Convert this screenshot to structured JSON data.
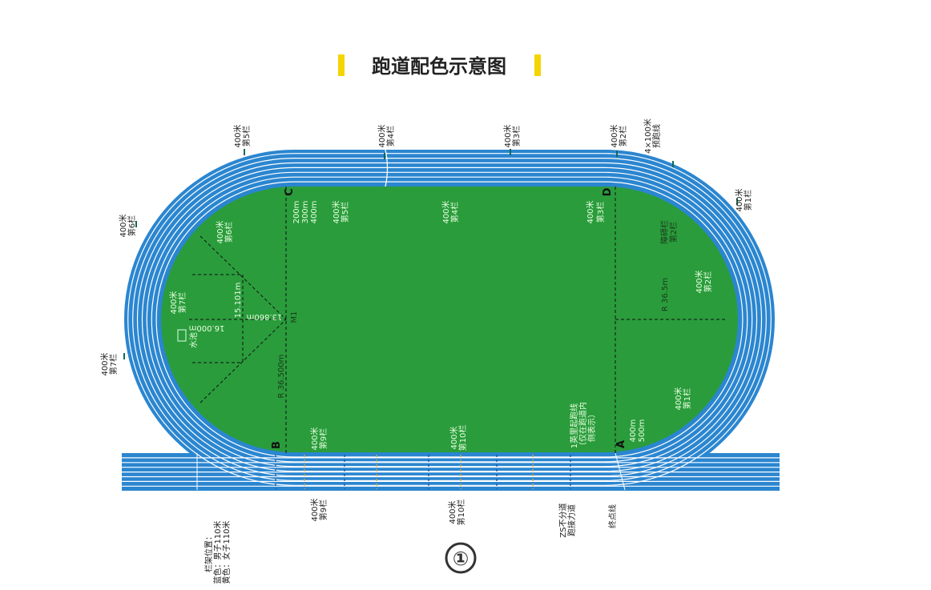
{
  "title": "跑道配色示意图",
  "colors": {
    "track": "#2b86d0",
    "field": "#2a9c3c",
    "accent": "#f5d400",
    "lane_line": "#ffffff"
  },
  "points": {
    "a": "A",
    "b": "B",
    "c": "C",
    "d": "D",
    "m1": "M1"
  },
  "top_labels": [
    [
      "400米",
      "第5栏"
    ],
    [
      "400米",
      "第4栏"
    ],
    [
      "400米",
      "第3栏"
    ],
    [
      "400米",
      "第2栏"
    ],
    [
      "4×100米",
      "预跑线"
    ]
  ],
  "side_labels": {
    "right_1": [
      "400米",
      "第1栏"
    ],
    "left_6": [
      "400米",
      "第6栏"
    ],
    "left_7": [
      "400米",
      "第7栏"
    ]
  },
  "field_labels": {
    "in_6": [
      "400米",
      "第6栏"
    ],
    "in_7": [
      "400米",
      "第7栏"
    ],
    "pool": "水池",
    "d15": "15.101m",
    "d13": "13.860m",
    "d16": "16.000m",
    "r_left": "R 36.500m",
    "c_dist": [
      "200m",
      "300m",
      "400m"
    ],
    "in_5": [
      "400米",
      "第5栏"
    ],
    "in_4": [
      "400米",
      "第4栏"
    ],
    "in_3": [
      "400米",
      "第3栏"
    ],
    "steeple_2": [
      "障碍栏",
      "第2栏"
    ],
    "in_2": [
      "400米",
      "第2栏"
    ],
    "r_right": "R 36.5m",
    "in_1": [
      "400米",
      "第1栏"
    ],
    "a_dist": [
      "400m",
      "500m"
    ],
    "mile": [
      "1英里起跑线",
      "（仅在跑道内",
      "侧表示）"
    ],
    "in_10": [
      "400米",
      "第10栏"
    ],
    "in_9": [
      "400米",
      "第9栏"
    ]
  },
  "bottom_labels": {
    "hurdle": [
      "栏架位置：",
      "蓝色：男子110米",
      "黄色：女子110米"
    ],
    "b9": [
      "400米",
      "第9栏"
    ],
    "b10": [
      "400米",
      "第10栏"
    ],
    "relay": [
      "ZS不分道",
      "跑接力道"
    ],
    "finish": "终点线"
  },
  "figure_number": "①"
}
